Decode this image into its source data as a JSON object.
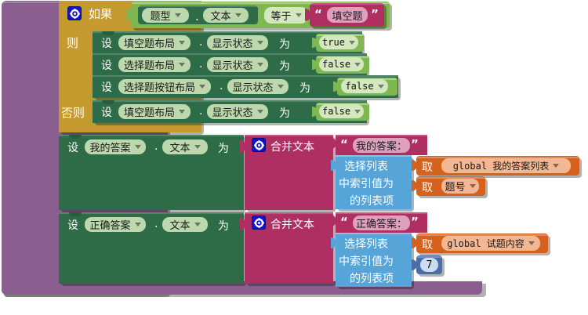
{
  "editor": {
    "name": "App Inventor Blocks Editor",
    "canvas_background": "#ffffff"
  },
  "colors": {
    "control_gold": "#c59a2e",
    "logic_green": "#7fb850",
    "setter_green": "#2e6b47",
    "text_magenta": "#b02f63",
    "list_blue": "#57a5d8",
    "variable_orange": "#d5611f",
    "math_steel": "#4a6fa8",
    "wrapper_purple": "#8a5f8f"
  },
  "blocks": {
    "wrapper": {
      "name": "purple-wrapper-block"
    },
    "if_block": {
      "mutator_icon": "gear-icon",
      "if_label": "如果",
      "then_label": "则",
      "else_label": "否则",
      "condition": {
        "getter": {
          "component": "题型",
          "property": "文本"
        },
        "operator": "等于",
        "value_text": "填空题"
      },
      "then_statements": [
        {
          "set_label": "设",
          "component": "填空题布局",
          "property": "显示状态",
          "to_label": "为",
          "value": "true"
        },
        {
          "set_label": "设",
          "component": "选择题布局",
          "property": "显示状态",
          "to_label": "为",
          "value": "false"
        },
        {
          "set_label": "设",
          "component": "选择题按钮布局",
          "property": "显示状态",
          "to_label": "为",
          "value": "false"
        }
      ],
      "else_statements": [
        {
          "set_label": "设",
          "component": "填空题布局",
          "property": "显示状态",
          "to_label": "为",
          "value": "false"
        }
      ]
    },
    "set_my_answer": {
      "set_label": "设",
      "component": "我的答案",
      "property": "文本",
      "to_label": "为",
      "join": {
        "mutator_icon": "gear-icon",
        "label": "合并文本",
        "arg1_text": "我的答案：",
        "arg2_list": {
          "line1": "选择列表",
          "line2": "中索引值为",
          "line3": "的列表项",
          "list_value": {
            "get_label": "取",
            "variable": "global 我的答案列表"
          },
          "index_value": {
            "get_label": "取",
            "variable": "题号"
          }
        }
      }
    },
    "set_correct_answer": {
      "set_label": "设",
      "component": "正确答案",
      "property": "文本",
      "to_label": "为",
      "join": {
        "mutator_icon": "gear-icon",
        "label": "合并文本",
        "arg1_text": "正确答案：",
        "arg2_list": {
          "line1": "选择列表",
          "line2": "中索引值为",
          "line3": "的列表项",
          "list_value": {
            "get_label": "取",
            "variable": "global 试题内容"
          },
          "index_number": "7"
        }
      }
    }
  }
}
